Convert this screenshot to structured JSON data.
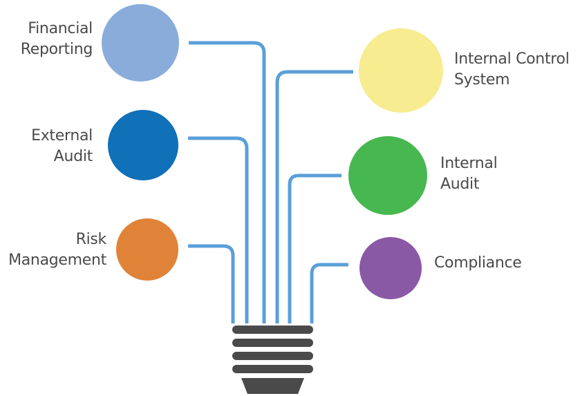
{
  "nodes": [
    {
      "id": "financial-reporting",
      "lines": [
        "Financial",
        "Reporting"
      ],
      "color": "#8aacdb"
    },
    {
      "id": "external-audit",
      "lines": [
        "External",
        "Audit"
      ],
      "color": "#1070b8"
    },
    {
      "id": "risk-management",
      "lines": [
        "Risk",
        "Management"
      ],
      "color": "#e08338"
    },
    {
      "id": "internal-control-system",
      "lines": [
        "Internal Control",
        "System"
      ],
      "color": "#f7ec90"
    },
    {
      "id": "internal-audit",
      "lines": [
        "Internal",
        "Audit"
      ],
      "color": "#47b74f"
    },
    {
      "id": "compliance",
      "lines": [
        "Compliance"
      ],
      "color": "#8a59a6"
    }
  ],
  "colors": {
    "wire": "#5a9fd8",
    "bulb_base": "#4a4a4a",
    "text": "#4a4a4a"
  }
}
